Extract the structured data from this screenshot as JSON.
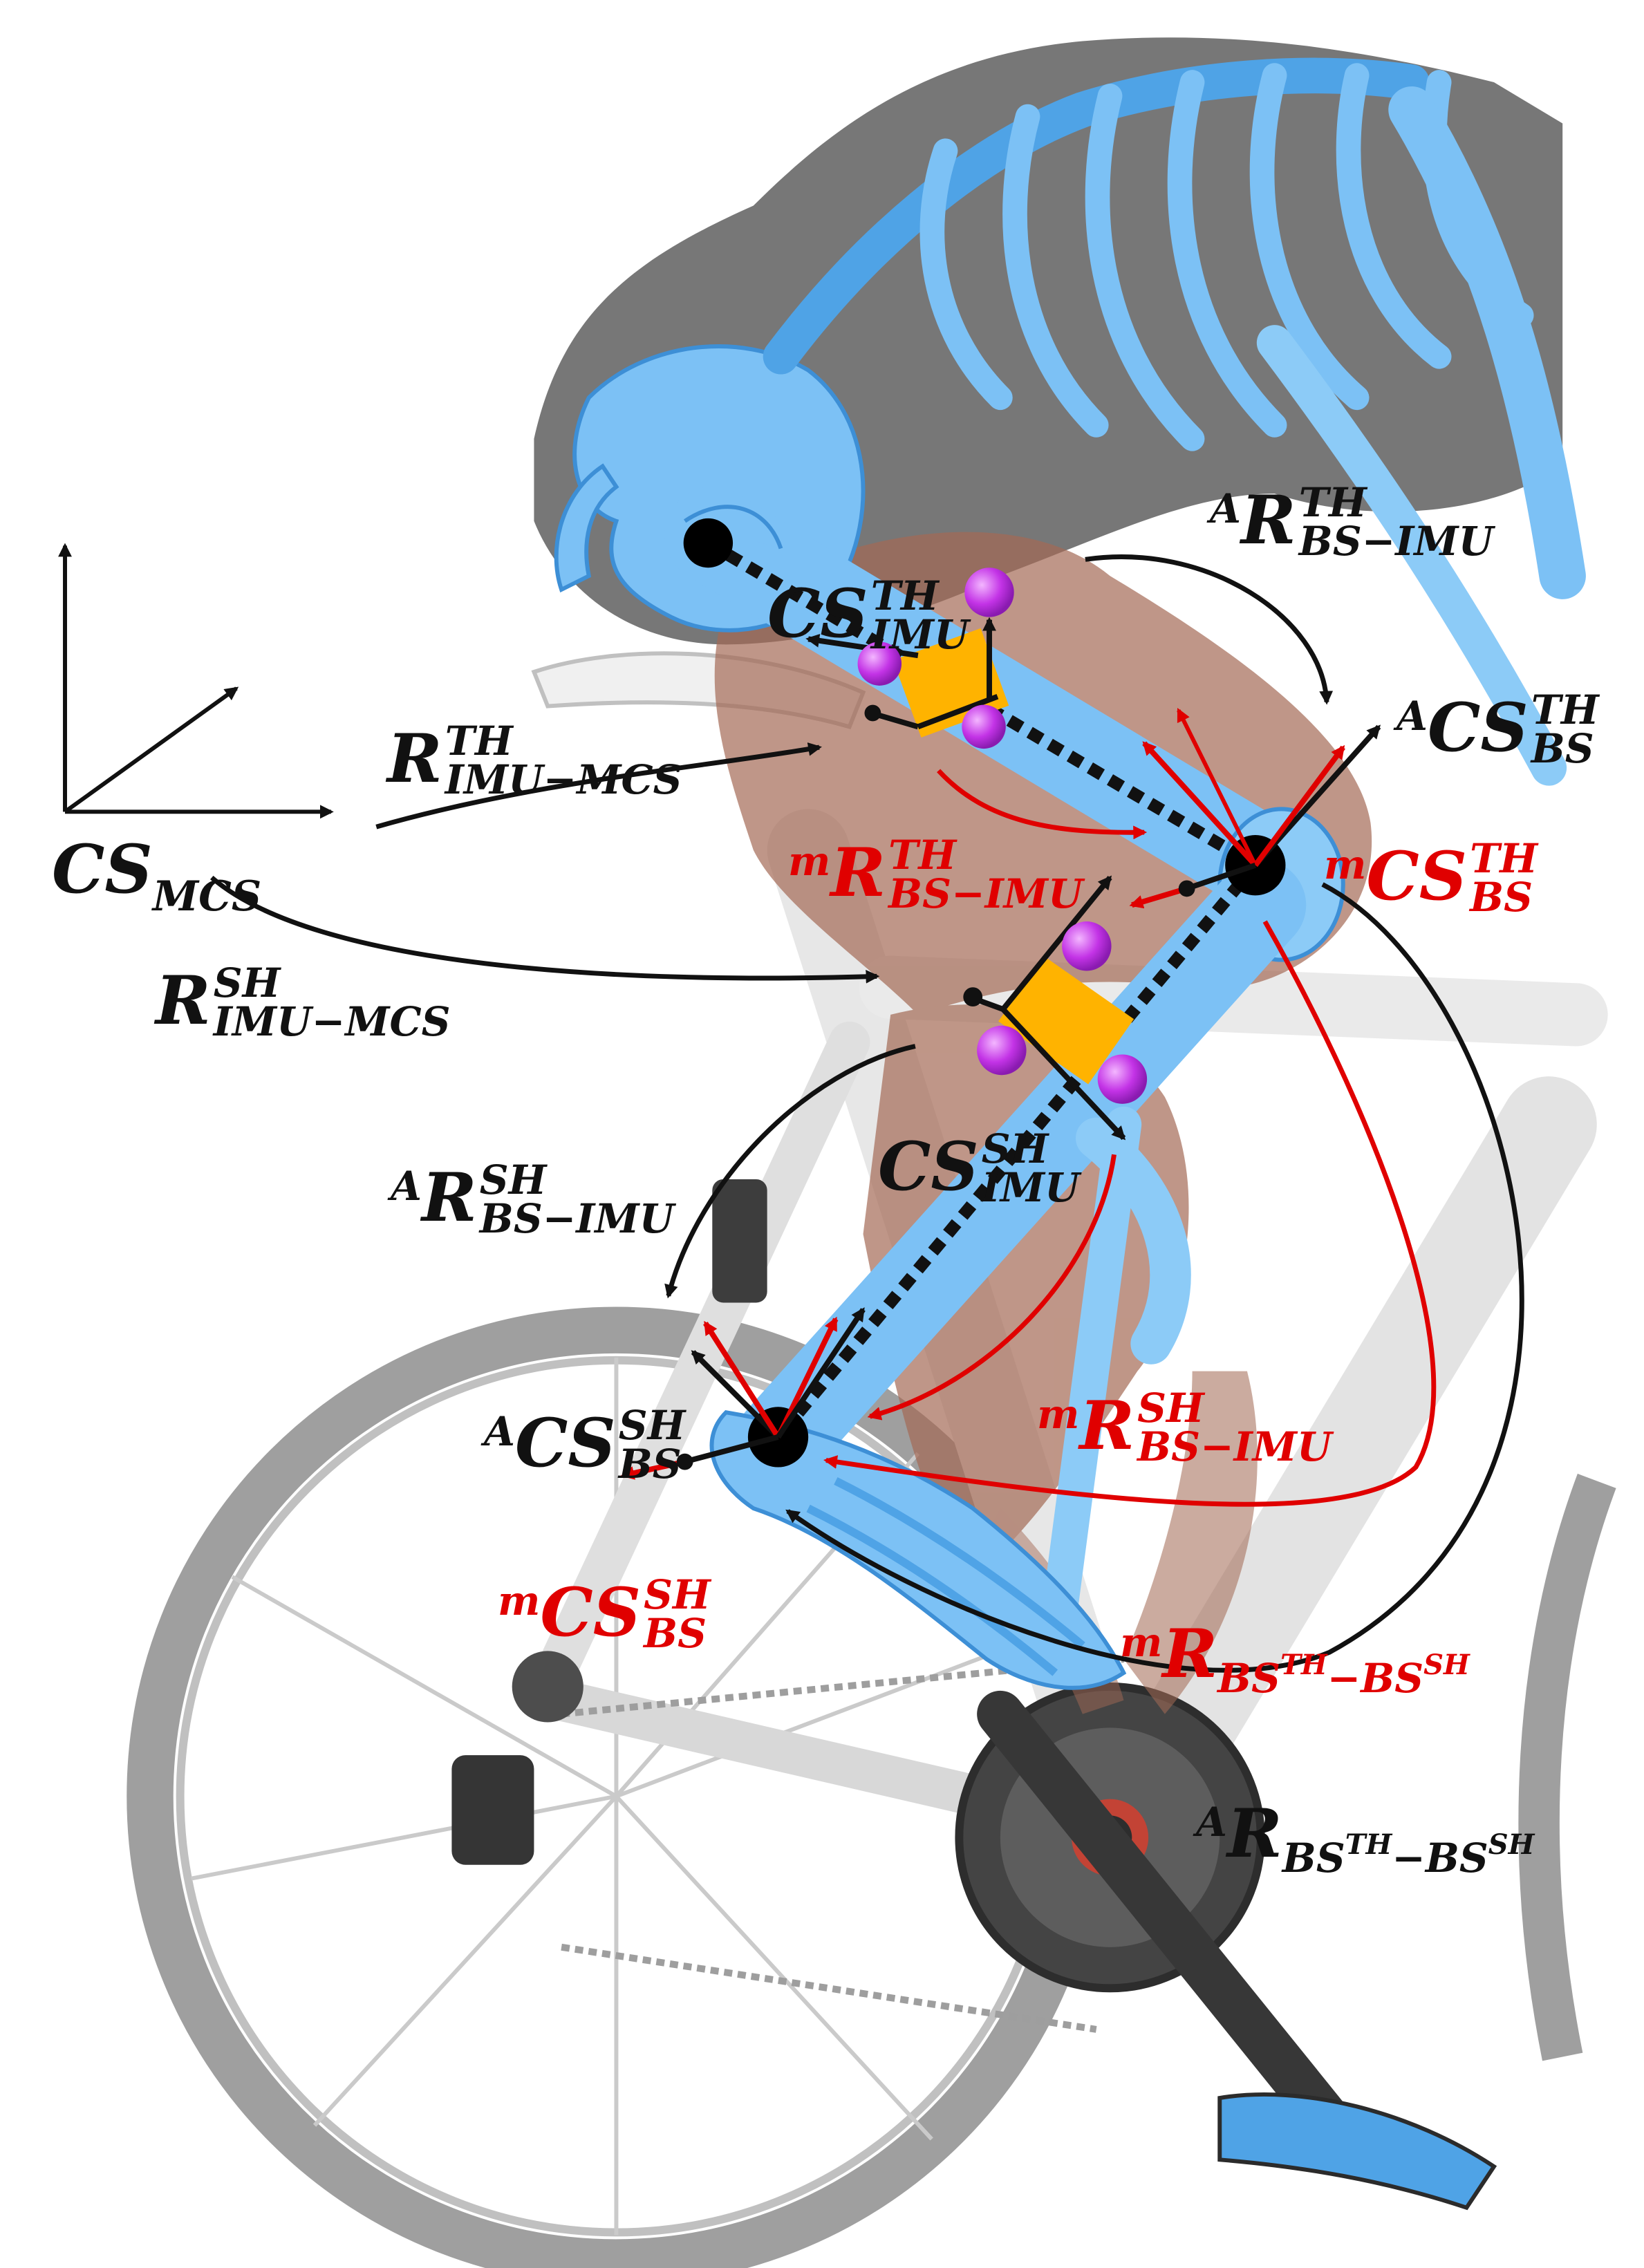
{
  "colors": {
    "skeleton": "#7cc1f5",
    "skeleton_dark": "#4fa3e6",
    "muscle": "#b07a66",
    "shadow": "#4a4a4a",
    "bike": "#d9d9d9",
    "wheel": "#8c8c8c",
    "imu": "#ffb300",
    "marker": "#c333e6",
    "model_color": "#e00000",
    "anatomical_color": "#111111"
  },
  "labels": {
    "cs_mcs": {
      "main": "CS",
      "sub": "MCS"
    },
    "r_imu_mcs_th": {
      "main": "R",
      "sup": "TH",
      "sub": "IMU−MCS"
    },
    "r_imu_mcs_sh": {
      "main": "R",
      "sup": "SH",
      "sub": "IMU−MCS"
    },
    "cs_imu_th": {
      "main": "CS",
      "sup": "TH",
      "sub": "IMU"
    },
    "cs_imu_sh": {
      "main": "CS",
      "sup": "SH",
      "sub": "IMU"
    },
    "a_r_bs_imu_th": {
      "pre": "A",
      "main": "R",
      "sup": "TH",
      "sub": "BS−IMU"
    },
    "a_cs_bs_th": {
      "pre": "A",
      "main": "CS",
      "sup": "TH",
      "sub": "BS"
    },
    "m_r_bs_imu_th": {
      "pre": "m",
      "main": "R",
      "sup": "TH",
      "sub": "BS−IMU"
    },
    "m_cs_bs_th": {
      "pre": "m",
      "main": "CS",
      "sup": "TH",
      "sub": "BS"
    },
    "a_r_bs_imu_sh": {
      "pre": "A",
      "main": "R",
      "sup": "SH",
      "sub": "BS−IMU"
    },
    "a_cs_bs_sh": {
      "pre": "A",
      "main": "CS",
      "sup": "SH",
      "sub": "BS"
    },
    "m_r_bs_imu_sh": {
      "pre": "m",
      "main": "R",
      "sup": "SH",
      "sub": "BS−IMU"
    },
    "m_cs_bs_sh": {
      "pre": "m",
      "main": "CS",
      "sup": "SH",
      "sub": "BS"
    },
    "m_r_th_sh": {
      "pre": "m",
      "main": "R",
      "sub_a": "BS",
      "sup_a": "TH",
      "sub_mid": "−BS",
      "sup_b": "SH"
    },
    "a_r_th_sh": {
      "pre": "A",
      "main": "R",
      "sub_a": "BS",
      "sup_a": "TH",
      "sub_mid": "−BS",
      "sup_b": "SH"
    }
  }
}
